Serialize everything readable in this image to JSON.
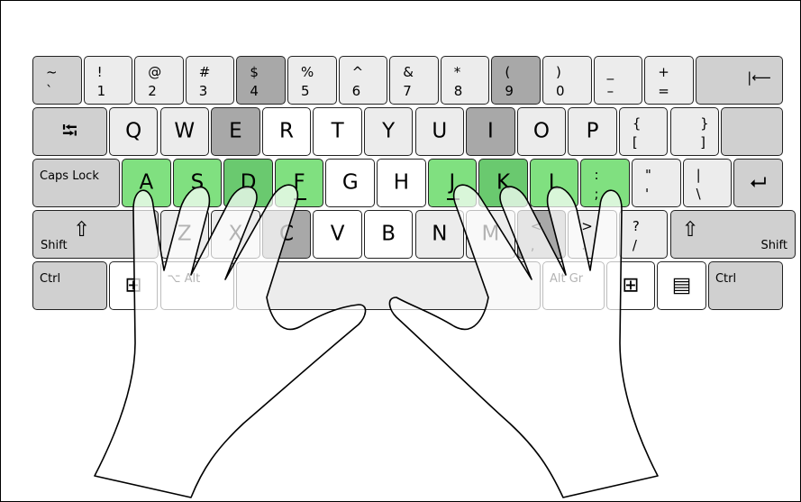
{
  "colors": {
    "mod": "#d0d0d0",
    "light": "#ececec",
    "white": "#ffffff",
    "dark": "#a8a8a8",
    "green": "#80e080",
    "green_dark": "#6ac96f",
    "hand_fill": "rgba(255,255,255,0.7)"
  },
  "keyboard": {
    "rows": [
      [
        {
          "name": "key-backtick",
          "legend": [
            "~",
            "`"
          ],
          "w": 1,
          "style": "mod",
          "shift": true
        },
        {
          "name": "key-1",
          "legend": [
            "!",
            "1"
          ],
          "w": 1,
          "style": "light",
          "shift": true
        },
        {
          "name": "key-2",
          "legend": [
            "@",
            "2"
          ],
          "w": 1,
          "style": "light",
          "shift": true
        },
        {
          "name": "key-3",
          "legend": [
            "#",
            "3"
          ],
          "w": 1,
          "style": "light",
          "shift": true
        },
        {
          "name": "key-4",
          "legend": [
            "$",
            "4"
          ],
          "w": 1,
          "style": "dark",
          "shift": true
        },
        {
          "name": "key-5",
          "legend": [
            "%",
            "5"
          ],
          "w": 1,
          "style": "light",
          "shift": true
        },
        {
          "name": "key-6",
          "legend": [
            "^",
            "6"
          ],
          "w": 1,
          "style": "light",
          "shift": true
        },
        {
          "name": "key-7",
          "legend": [
            "&",
            "7"
          ],
          "w": 1,
          "style": "light",
          "shift": true
        },
        {
          "name": "key-8",
          "legend": [
            "*",
            "8"
          ],
          "w": 1,
          "style": "light",
          "shift": true
        },
        {
          "name": "key-9",
          "legend": [
            "(",
            "9"
          ],
          "w": 1,
          "style": "dark",
          "shift": true
        },
        {
          "name": "key-0",
          "legend": [
            ")",
            "0"
          ],
          "w": 1,
          "style": "light",
          "shift": true
        },
        {
          "name": "key-minus",
          "legend": [
            "_",
            "–"
          ],
          "w": 1,
          "style": "light",
          "shift": true
        },
        {
          "name": "key-equals",
          "legend": [
            "+",
            "="
          ],
          "w": 1,
          "style": "light",
          "shift": true
        },
        {
          "name": "key-backspace",
          "legend": [
            "|⟵"
          ],
          "w": 1.75,
          "style": "mod",
          "align": "right"
        }
      ],
      [
        {
          "name": "key-tab",
          "legend": [
            "⭾"
          ],
          "w": 1.5,
          "style": "mod",
          "icon": "tab-icon"
        },
        {
          "name": "key-q",
          "legend": [
            "Q"
          ],
          "w": 1,
          "style": "light"
        },
        {
          "name": "key-w",
          "legend": [
            "W"
          ],
          "w": 1,
          "style": "light"
        },
        {
          "name": "key-e",
          "legend": [
            "E"
          ],
          "w": 1,
          "style": "dark"
        },
        {
          "name": "key-r",
          "legend": [
            "R"
          ],
          "w": 1,
          "style": "white"
        },
        {
          "name": "key-t",
          "legend": [
            "T"
          ],
          "w": 1,
          "style": "white"
        },
        {
          "name": "key-y",
          "legend": [
            "Y"
          ],
          "w": 1,
          "style": "light"
        },
        {
          "name": "key-u",
          "legend": [
            "U"
          ],
          "w": 1,
          "style": "light"
        },
        {
          "name": "key-i",
          "legend": [
            "I"
          ],
          "w": 1,
          "style": "dark"
        },
        {
          "name": "key-o",
          "legend": [
            "O"
          ],
          "w": 1,
          "style": "light"
        },
        {
          "name": "key-p",
          "legend": [
            "P"
          ],
          "w": 1,
          "style": "light"
        },
        {
          "name": "key-lbracket",
          "legend": [
            "{",
            "["
          ],
          "w": 1,
          "style": "light",
          "shift": true
        },
        {
          "name": "key-rbracket",
          "legend": [
            "}",
            "]"
          ],
          "w": 1,
          "style": "light",
          "shift": true,
          "align": "right"
        },
        {
          "name": "key-enter-top",
          "legend": [
            ""
          ],
          "w": 1.25,
          "style": "mod"
        }
      ],
      [
        {
          "name": "key-caps-lock",
          "legend": [
            "Caps Lock"
          ],
          "w": 1.75,
          "style": "mod",
          "text": true
        },
        {
          "name": "key-a",
          "legend": [
            "A"
          ],
          "w": 1,
          "style": "green"
        },
        {
          "name": "key-s",
          "legend": [
            "S"
          ],
          "w": 1,
          "style": "green"
        },
        {
          "name": "key-d",
          "legend": [
            "D"
          ],
          "w": 1,
          "style": "green_dark"
        },
        {
          "name": "key-f",
          "legend": [
            "F"
          ],
          "w": 1,
          "style": "green",
          "bump": true
        },
        {
          "name": "key-g",
          "legend": [
            "G"
          ],
          "w": 1,
          "style": "white"
        },
        {
          "name": "key-h",
          "legend": [
            "H"
          ],
          "w": 1,
          "style": "white"
        },
        {
          "name": "key-j",
          "legend": [
            "J"
          ],
          "w": 1,
          "style": "green",
          "bump": true
        },
        {
          "name": "key-k",
          "legend": [
            "K"
          ],
          "w": 1,
          "style": "green_dark"
        },
        {
          "name": "key-l",
          "legend": [
            "L"
          ],
          "w": 1,
          "style": "green"
        },
        {
          "name": "key-semicolon",
          "legend": [
            ":",
            ";"
          ],
          "w": 1,
          "style": "green",
          "shift": true
        },
        {
          "name": "key-quote",
          "legend": [
            "\"",
            "'"
          ],
          "w": 1,
          "style": "light",
          "shift": true
        },
        {
          "name": "key-backslash",
          "legend": [
            "|",
            "\\"
          ],
          "w": 1,
          "style": "light",
          "shift": true
        },
        {
          "name": "key-enter",
          "legend": [
            "⮠"
          ],
          "w": 1,
          "style": "mod",
          "icon": "return-icon"
        }
      ],
      [
        {
          "name": "key-shift-left",
          "legend": [
            "Shift",
            "⇧"
          ],
          "w": 2.5,
          "style": "mod",
          "text": true,
          "icon": "shift-icon"
        },
        {
          "name": "key-z",
          "legend": [
            "Z"
          ],
          "w": 1,
          "style": "light"
        },
        {
          "name": "key-x",
          "legend": [
            "X"
          ],
          "w": 1,
          "style": "light"
        },
        {
          "name": "key-c",
          "legend": [
            "C"
          ],
          "w": 1,
          "style": "dark"
        },
        {
          "name": "key-v",
          "legend": [
            "V"
          ],
          "w": 1,
          "style": "white"
        },
        {
          "name": "key-b",
          "legend": [
            "B"
          ],
          "w": 1,
          "style": "white"
        },
        {
          "name": "key-n",
          "legend": [
            "N"
          ],
          "w": 1,
          "style": "light"
        },
        {
          "name": "key-m",
          "legend": [
            "M"
          ],
          "w": 1,
          "style": "light"
        },
        {
          "name": "key-comma",
          "legend": [
            "<",
            ","
          ],
          "w": 1,
          "style": "dark",
          "shift": true
        },
        {
          "name": "key-period",
          "legend": [
            ">",
            "."
          ],
          "w": 1,
          "style": "light",
          "shift": true
        },
        {
          "name": "key-slash",
          "legend": [
            "?",
            "/"
          ],
          "w": 1,
          "style": "light",
          "shift": true
        },
        {
          "name": "key-shift-right",
          "legend": [
            "⇧",
            "Shift"
          ],
          "w": 2.5,
          "style": "mod",
          "text": true,
          "icon": "shift-icon"
        }
      ],
      [
        {
          "name": "key-ctrl-left",
          "legend": [
            "Ctrl"
          ],
          "w": 1.5,
          "style": "mod",
          "text": true
        },
        {
          "name": "key-win-left",
          "legend": [
            "⊞"
          ],
          "w": 1,
          "style": "white",
          "icon": "windows-icon"
        },
        {
          "name": "key-alt",
          "legend": [
            "⌥ Alt"
          ],
          "w": 1.5,
          "style": "white",
          "text": true
        },
        {
          "name": "key-space",
          "legend": [
            ""
          ],
          "w": 6,
          "style": "light"
        },
        {
          "name": "key-altgr",
          "legend": [
            "Alt Gr"
          ],
          "w": 1.25,
          "style": "white",
          "text": true
        },
        {
          "name": "key-win-right",
          "legend": [
            "⊞"
          ],
          "w": 1,
          "style": "white",
          "icon": "windows-icon"
        },
        {
          "name": "key-menu",
          "legend": [
            "▤"
          ],
          "w": 1,
          "style": "white",
          "icon": "menu-icon"
        },
        {
          "name": "key-ctrl-right",
          "legend": [
            "Ctrl"
          ],
          "w": 1.5,
          "style": "mod",
          "text": true
        }
      ]
    ]
  }
}
